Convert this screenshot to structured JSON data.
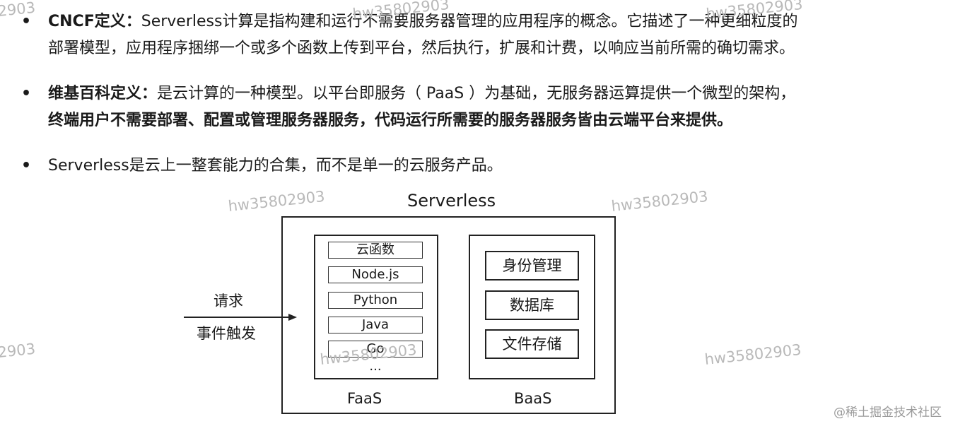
{
  "bullets": [
    {
      "lead": "CNCF定义：",
      "lines": [
        "Serverless计算是指构建和运行不需要服务器管理的应用程序的概念。它描述了一种更细粒度的",
        "部署模型，应用程序捆绑一个或多个函数上传到平台，然后执行，扩展和计费，以响应当前所需的确切需求。"
      ]
    },
    {
      "lead": "维基百科定义：",
      "lines": [
        "是云计算的一种模型。以平台即服务（ PaaS ）为基础，无服务器运算提供一个微型的架构，",
        "终端用户不需要部署、配置或管理服务器服务，代码运行所需要的服务器服务皆由云端平台来提供。"
      ]
    },
    {
      "lead": "",
      "lines": [
        "Serverless是云上一整套能力的合集，而不是单一的云服务产品。"
      ]
    }
  ],
  "diagram": {
    "title": "Serverless",
    "trigger": {
      "line1": "请求",
      "line2": "事件触发"
    },
    "faas": {
      "label": "FaaS",
      "runtimes": [
        "云函数",
        "Node.js",
        "Python",
        "Java",
        "Go"
      ],
      "more": "..."
    },
    "baas": {
      "label": "BaaS",
      "services": [
        "身份管理",
        "数据库",
        "文件存储"
      ]
    }
  },
  "watermark": "hw35802903",
  "watermark_partial": "2903",
  "footer": "@稀土掘金技术社区"
}
